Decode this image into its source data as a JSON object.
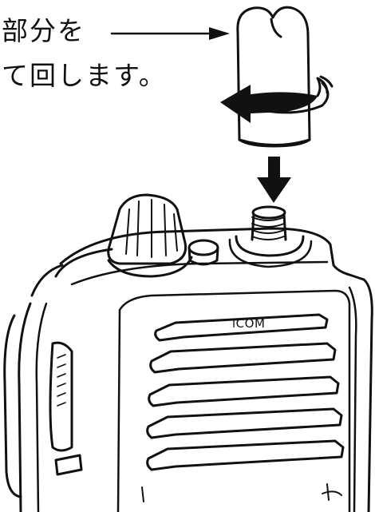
{
  "instruction": {
    "line1": "部分を",
    "line2": "て回します。"
  },
  "device": {
    "brand": "iCOM"
  },
  "icons": {
    "antenna": "antenna-icon",
    "rotate_arrow": "rotate-arrow-icon",
    "down_arrow": "arrow-down-icon",
    "pointer_arrow": "arrow-right-icon",
    "radio": "handheld-radio-icon"
  },
  "colors": {
    "ink": "#111111",
    "background": "#ffffff"
  }
}
